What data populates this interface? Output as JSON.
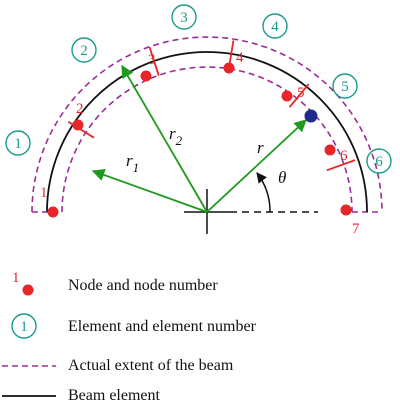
{
  "colors": {
    "node": "#e8262a",
    "node_label": "#e8262a",
    "element_label": "#1a9c8c",
    "extent": "#9b2c9b",
    "beam": "#111111",
    "vector": "#1e9a1e",
    "moving_point": "#1f2a8c",
    "axis": "#111111"
  },
  "diagram": {
    "nodes": [
      "1",
      "2",
      "3",
      "4",
      "5",
      "6",
      "7"
    ],
    "elements": [
      "1",
      "2",
      "3",
      "4",
      "5",
      "6"
    ],
    "vector_labels": {
      "r1_base": "r",
      "r1_sub": "1",
      "r2_base": "r",
      "r2_sub": "2",
      "r": "r",
      "theta": "θ"
    }
  },
  "legend": {
    "node_number_example": "1",
    "node_label": "Node and node number",
    "element_number_example": "1",
    "element_label": "Element and element number",
    "extent_label": "Actual extent of the beam",
    "beam_label": "Beam element"
  }
}
